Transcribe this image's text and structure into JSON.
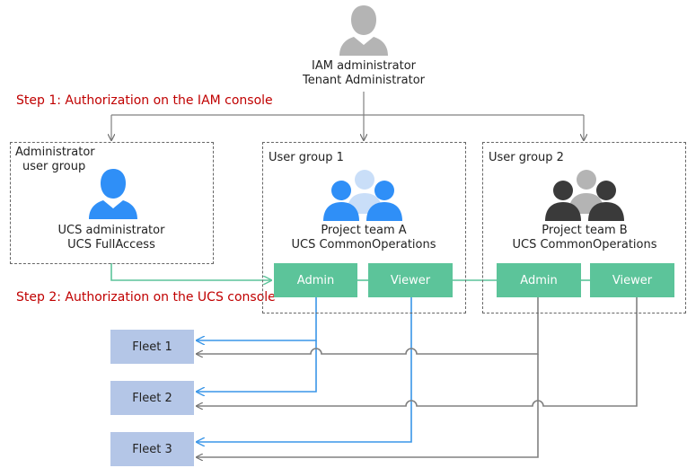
{
  "iam_admin": {
    "line1": "IAM administrator",
    "line2": "Tenant Administrator"
  },
  "steps": {
    "step1": "Step 1: Authorization on the IAM console",
    "step2": "Step 2: Authorization on the UCS console"
  },
  "admin_group": {
    "title_line1": "Administrator",
    "title_line2": "user group",
    "member_line1": "UCS administrator",
    "member_line2": "UCS FullAccess"
  },
  "group1": {
    "title": "User group 1",
    "member_line1": "Project team A",
    "member_line2": "UCS CommonOperations",
    "roles": [
      "Admin",
      "Viewer"
    ]
  },
  "group2": {
    "title": "User group 2",
    "member_line1": "Project team B",
    "member_line2": "UCS CommonOperations",
    "roles": [
      "Admin",
      "Viewer"
    ]
  },
  "fleets": [
    "Fleet 1",
    "Fleet 2",
    "Fleet 3"
  ],
  "colors": {
    "step_text": "#c00000",
    "role_fill": "#5cc49a",
    "fleet_fill": "#b4c6e7",
    "blue_user": "#2f8ff7",
    "light_blue_user": "#c9def8",
    "gray_user": "#b4b4b4",
    "dark_user": "#3a3a3a",
    "blue_link": "#3a96e8",
    "gray_link": "#808080",
    "green_link": "#5cc49a"
  },
  "icons": {
    "iam_admin": "user-icon",
    "admin_group": "user-icon",
    "group1": "user-group-icon",
    "group2": "user-group-icon"
  }
}
